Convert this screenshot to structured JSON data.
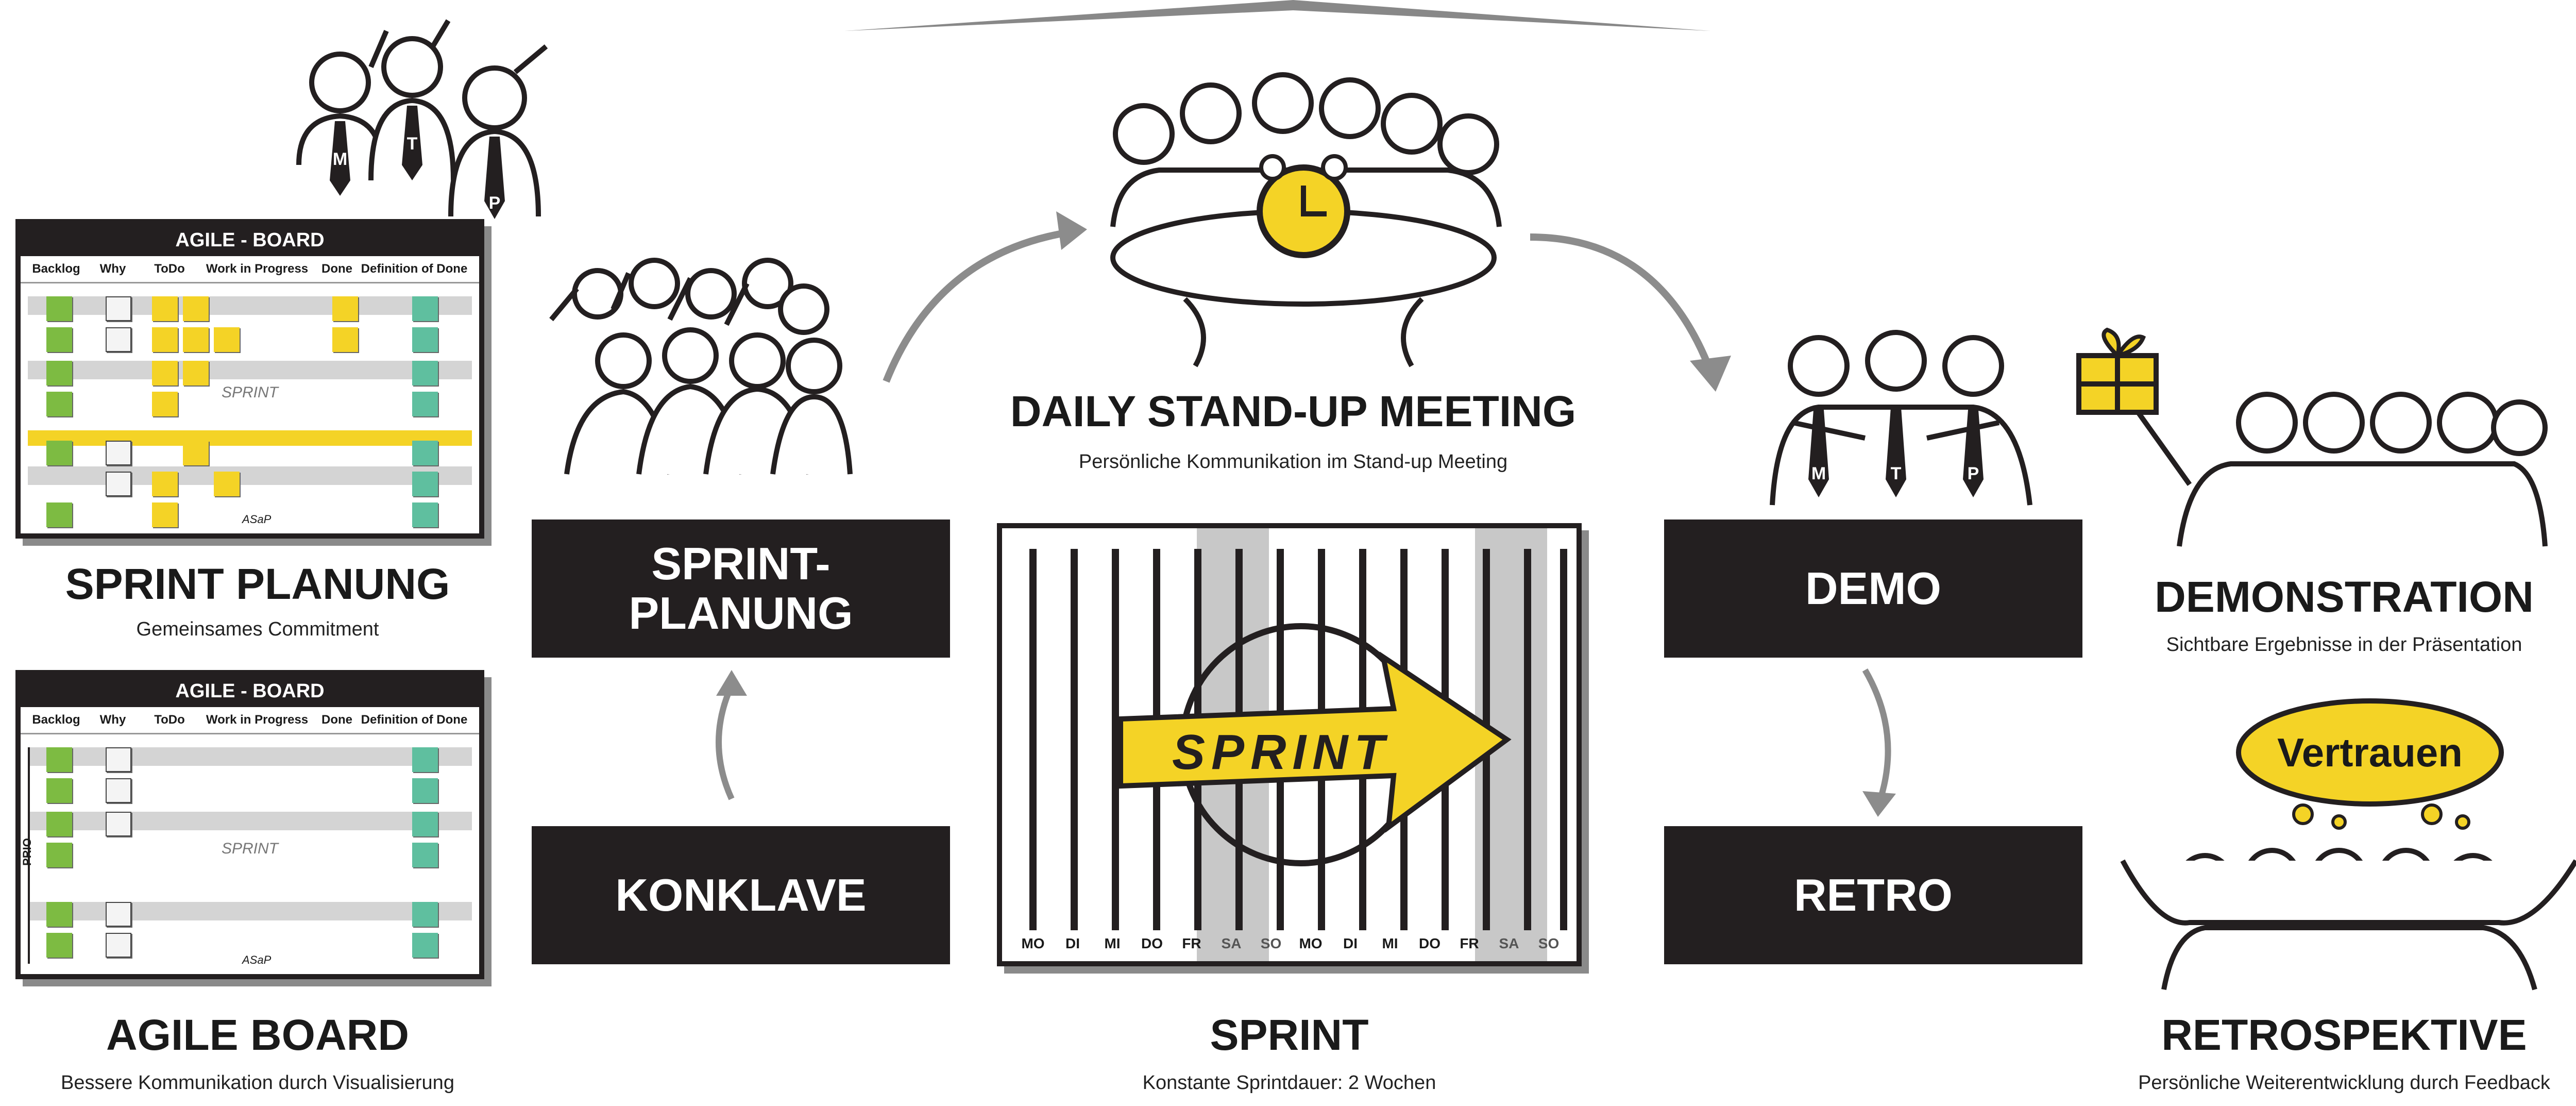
{
  "labels": {
    "sprint_planung_title": "SPRINT PLANUNG",
    "sprint_planung_sub": "Gemeinsames Commitment",
    "agile_board_title": "AGILE BOARD",
    "agile_board_sub": "Bessere Kommunikation durch Visualisierung",
    "daily_title": "DAILY STAND-UP MEETING",
    "daily_sub": "Persönliche Kommunikation im Stand-up Meeting",
    "sprint_title": "SPRINT",
    "sprint_sub": "Konstante Sprintdauer: 2 Wochen",
    "demonstration_title": "DEMONSTRATION",
    "demonstration_sub": "Sichtbare Ergebnisse in der Präsentation",
    "retrospektive_title": "RETROSPEKTIVE",
    "retrospektive_sub": "Persönliche Weiterentwicklung durch Feedback",
    "cloud": "Vertrauen"
  },
  "boxes": {
    "sprint_planung": "SPRINT-\nPLANUNG",
    "konklave": "KONKLAVE",
    "demo": "DEMO",
    "retro": "RETRO"
  },
  "board": {
    "header": "AGILE - BOARD",
    "columns": [
      "Backlog",
      "Why",
      "ToDo",
      "Work in Progress",
      "Done",
      "Definition of Done"
    ],
    "prio_label": "PRIO",
    "sprint_word": "SPRINT",
    "signature": "ASaP"
  },
  "sprint": {
    "arrow_word": "SPRINT",
    "days": [
      "MO",
      "DI",
      "MI",
      "DO",
      "FR",
      "SA",
      "SO",
      "MO",
      "DI",
      "MI",
      "DO",
      "FR",
      "SA",
      "SO"
    ]
  },
  "roles": [
    "M",
    "T",
    "P"
  ],
  "colors": {
    "yellow": "#f4d326",
    "green": "#7dbb42",
    "teal": "#5fbf9f",
    "black": "#231f20",
    "grey": "#8c8c8c"
  }
}
